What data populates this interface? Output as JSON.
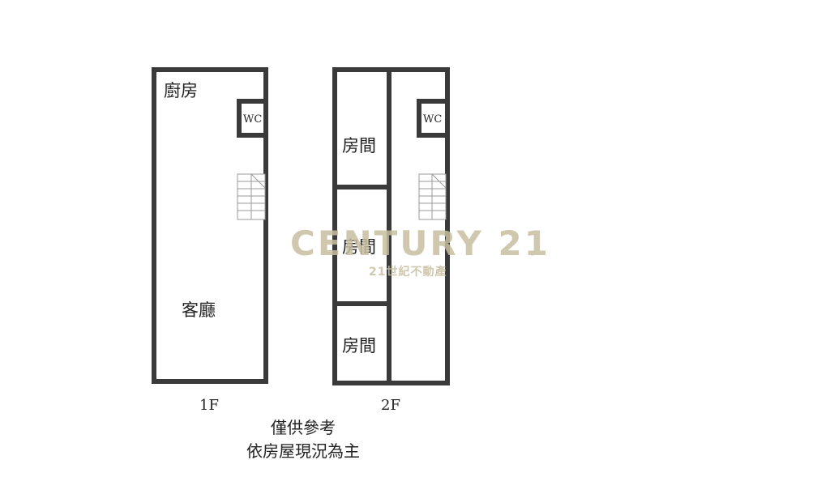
{
  "floor_1": {
    "label": "1F",
    "rooms": {
      "kitchen": "廚房",
      "living_room": "客廳",
      "wc": "WC"
    }
  },
  "floor_2": {
    "label": "2F",
    "rooms": {
      "room_top": "房間",
      "room_middle": "房間",
      "room_bottom": "房間",
      "wc": "WC"
    }
  },
  "watermark": {
    "brand": "CENTURY 21",
    "registered": "®",
    "subtitle": "21世紀不動產",
    "color": "#c8bfa0"
  },
  "note": {
    "line1": "僅供參考",
    "line2": "依房屋現況為主"
  },
  "colors": {
    "wall": "#3a3a3a",
    "stair": "#9a9a9a"
  }
}
